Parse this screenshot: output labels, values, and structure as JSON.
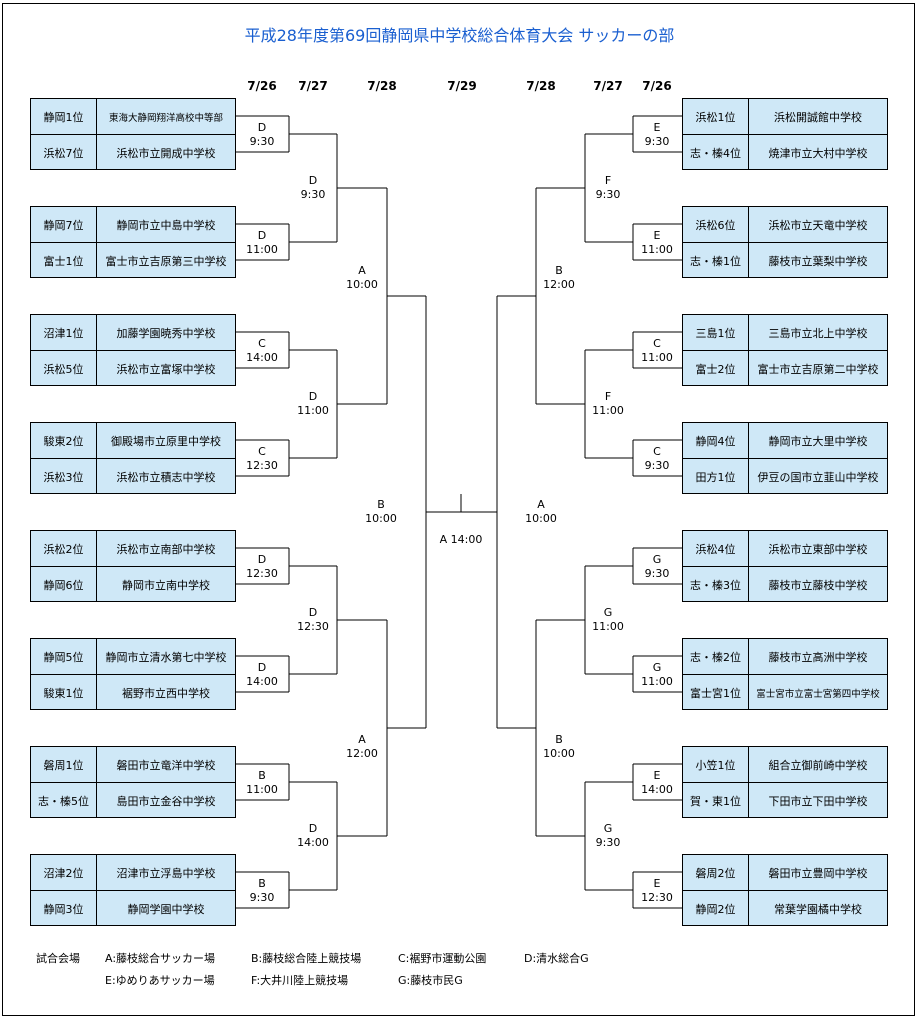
{
  "title": "平成28年度第69回静岡県中学校総合体育大会 サッカーの部",
  "dates": {
    "l1": "7/26",
    "l2": "7/27",
    "l3": "7/28",
    "c": "7/29",
    "r3": "7/28",
    "r2": "7/27",
    "r1": "7/26"
  },
  "left_teams": [
    [
      {
        "rank": "静岡1位",
        "school": "東海大静岡翔洋高校中等部"
      },
      {
        "rank": "浜松7位",
        "school": "浜松市立開成中学校"
      }
    ],
    [
      {
        "rank": "静岡7位",
        "school": "静岡市立中島中学校"
      },
      {
        "rank": "富士1位",
        "school": "富士市立吉原第三中学校"
      }
    ],
    [
      {
        "rank": "沼津1位",
        "school": "加藤学園暁秀中学校"
      },
      {
        "rank": "浜松5位",
        "school": "浜松市立富塚中学校"
      }
    ],
    [
      {
        "rank": "駿東2位",
        "school": "御殿場市立原里中学校"
      },
      {
        "rank": "浜松3位",
        "school": "浜松市立積志中学校"
      }
    ],
    [
      {
        "rank": "浜松2位",
        "school": "浜松市立南部中学校"
      },
      {
        "rank": "静岡6位",
        "school": "静岡市立南中学校"
      }
    ],
    [
      {
        "rank": "静岡5位",
        "school": "静岡市立清水第七中学校"
      },
      {
        "rank": "駿東1位",
        "school": "裾野市立西中学校"
      }
    ],
    [
      {
        "rank": "磐周1位",
        "school": "磐田市立竜洋中学校"
      },
      {
        "rank": "志・榛5位",
        "school": "島田市立金谷中学校"
      }
    ],
    [
      {
        "rank": "沼津2位",
        "school": "沼津市立浮島中学校"
      },
      {
        "rank": "静岡3位",
        "school": "静岡学園中学校"
      }
    ]
  ],
  "right_teams": [
    [
      {
        "rank": "浜松1位",
        "school": "浜松開誠館中学校"
      },
      {
        "rank": "志・榛4位",
        "school": "焼津市立大村中学校"
      }
    ],
    [
      {
        "rank": "浜松6位",
        "school": "浜松市立天竜中学校"
      },
      {
        "rank": "志・榛1位",
        "school": "藤枝市立葉梨中学校"
      }
    ],
    [
      {
        "rank": "三島1位",
        "school": "三島市立北上中学校"
      },
      {
        "rank": "富士2位",
        "school": "富士市立吉原第二中学校"
      }
    ],
    [
      {
        "rank": "静岡4位",
        "school": "静岡市立大里中学校"
      },
      {
        "rank": "田方1位",
        "school": "伊豆の国市立韮山中学校"
      }
    ],
    [
      {
        "rank": "浜松4位",
        "school": "浜松市立東部中学校"
      },
      {
        "rank": "志・榛3位",
        "school": "藤枝市立藤枝中学校"
      }
    ],
    [
      {
        "rank": "志・榛2位",
        "school": "藤枝市立高洲中学校"
      },
      {
        "rank": "富士宮1位",
        "school": "富士宮市立富士宮第四中学校"
      }
    ],
    [
      {
        "rank": "小笠1位",
        "school": "組合立御前崎中学校"
      },
      {
        "rank": "賀・東1位",
        "school": "下田市立下田中学校"
      }
    ],
    [
      {
        "rank": "磐周2位",
        "school": "磐田市立豊岡中学校"
      },
      {
        "rank": "静岡2位",
        "school": "常葉学園橘中学校"
      }
    ]
  ],
  "matches": {
    "left_r1": [
      {
        "venue": "D",
        "time": "9:30"
      },
      {
        "venue": "D",
        "time": "11:00"
      },
      {
        "venue": "C",
        "time": "14:00"
      },
      {
        "venue": "C",
        "time": "12:30"
      },
      {
        "venue": "D",
        "time": "12:30"
      },
      {
        "venue": "D",
        "time": "14:00"
      },
      {
        "venue": "B",
        "time": "11:00"
      },
      {
        "venue": "B",
        "time": "9:30"
      }
    ],
    "left_r2": [
      {
        "venue": "D",
        "time": "9:30"
      },
      {
        "venue": "D",
        "time": "11:00"
      },
      {
        "venue": "D",
        "time": "12:30"
      },
      {
        "venue": "D",
        "time": "14:00"
      }
    ],
    "left_r3": [
      {
        "venue": "A",
        "time": "10:00"
      },
      {
        "venue": "A",
        "time": "12:00"
      }
    ],
    "left_semi": {
      "venue": "B",
      "time": "10:00"
    },
    "final": {
      "label": "A 14:00"
    },
    "right_semi": {
      "venue": "A",
      "time": "10:00"
    },
    "right_r3": [
      {
        "venue": "B",
        "time": "12:00"
      },
      {
        "venue": "B",
        "time": "10:00"
      }
    ],
    "right_r2": [
      {
        "venue": "F",
        "time": "9:30"
      },
      {
        "venue": "F",
        "time": "11:00"
      },
      {
        "venue": "G",
        "time": "11:00"
      },
      {
        "venue": "G",
        "time": "9:30"
      }
    ],
    "right_r1": [
      {
        "venue": "E",
        "time": "9:30"
      },
      {
        "venue": "E",
        "time": "11:00"
      },
      {
        "venue": "C",
        "time": "11:00"
      },
      {
        "venue": "C",
        "time": "9:30"
      },
      {
        "venue": "G",
        "time": "9:30"
      },
      {
        "venue": "G",
        "time": "11:00"
      },
      {
        "venue": "E",
        "time": "14:00"
      },
      {
        "venue": "E",
        "time": "12:30"
      }
    ]
  },
  "legend": {
    "heading": "試合会場",
    "a": "A:藤枝総合サッカー場",
    "b": "B:藤枝総合陸上競技場",
    "c": "C:裾野市運動公園",
    "d": "D:清水総合G",
    "e": "E:ゆめりあサッカー場",
    "f": "F:大井川陸上競技場",
    "g": "G:藤枝市民G"
  }
}
